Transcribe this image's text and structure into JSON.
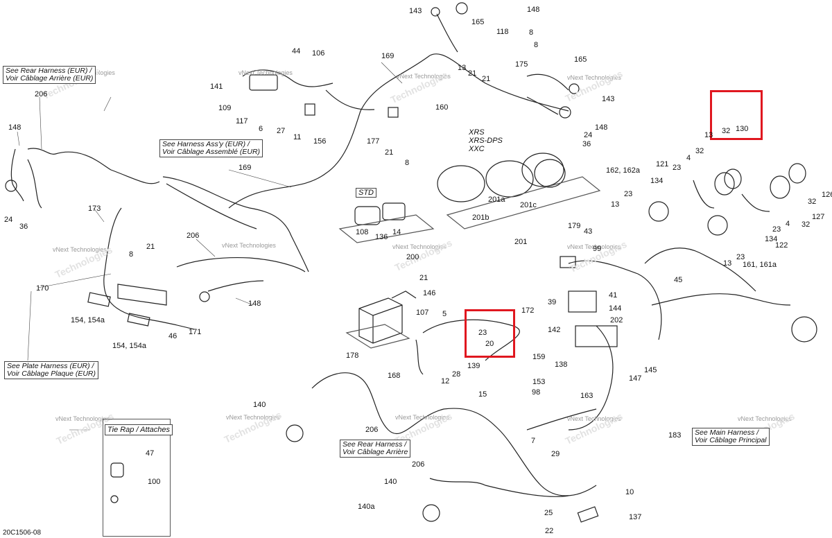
{
  "diagram_code": "20C1506-08",
  "watermark_text": "vNext Technologies",
  "watermark_faint": "Technologies",
  "notes": [
    {
      "id": "rear-harness-eur",
      "lines": [
        "See Rear Harness (EUR) /",
        "Voir Câblage Arrière (EUR)"
      ]
    },
    {
      "id": "harness-assy-eur",
      "lines": [
        "See Harness Ass'y (EUR) /",
        "Voir Câblage Assemblé (EUR)"
      ]
    },
    {
      "id": "plate-harness-eur",
      "lines": [
        "See Plate Harness (EUR) /",
        "Voir Câblage Plaque (EUR)"
      ]
    },
    {
      "id": "rear-harness",
      "lines": [
        "See Rear Harness /",
        "Voir Câblage Arrière"
      ]
    },
    {
      "id": "main-harness",
      "lines": [
        "See Main Harness /",
        "Voir Câblage Principal"
      ]
    }
  ],
  "variants": {
    "xrs": [
      "XRS",
      "XRS-DPS",
      "XXC"
    ],
    "std": [
      "STD"
    ]
  },
  "tie_rap_title": "Tie Rap / Attaches",
  "callouts": [
    "143",
    "148",
    "165",
    "118",
    "8",
    "8",
    "13",
    "21",
    "175",
    "21",
    "44",
    "106",
    "169",
    "141",
    "109",
    "117",
    "6",
    "27",
    "11",
    "156",
    "177",
    "21",
    "160",
    "8",
    "165",
    "143",
    "148",
    "24",
    "36",
    "206",
    "148",
    "24",
    "36",
    "169",
    "173",
    "21",
    "8",
    "170",
    "154, 154a",
    "154, 154a",
    "46",
    "171",
    "206",
    "148",
    "108",
    "136",
    "14",
    "200",
    "201a",
    "201c",
    "201b",
    "201",
    "13",
    "32",
    "130",
    "162, 162a",
    "121",
    "23",
    "4",
    "32",
    "134",
    "23",
    "13",
    "126",
    "32",
    "127",
    "32",
    "4",
    "23",
    "134",
    "122",
    "23",
    "13",
    "161, 161a",
    "179",
    "43",
    "99",
    "39",
    "41",
    "144",
    "142",
    "202",
    "159",
    "138",
    "145",
    "147",
    "45",
    "21",
    "146",
    "107",
    "178",
    "5",
    "172",
    "23",
    "20",
    "168",
    "28",
    "12",
    "139",
    "15",
    "153",
    "98",
    "163",
    "183",
    "7",
    "29",
    "140",
    "206",
    "47",
    "100",
    "206",
    "140",
    "140a",
    "10",
    "25",
    "137",
    "22"
  ],
  "highlight_labels": [
    "32",
    "130",
    "23",
    "20"
  ]
}
